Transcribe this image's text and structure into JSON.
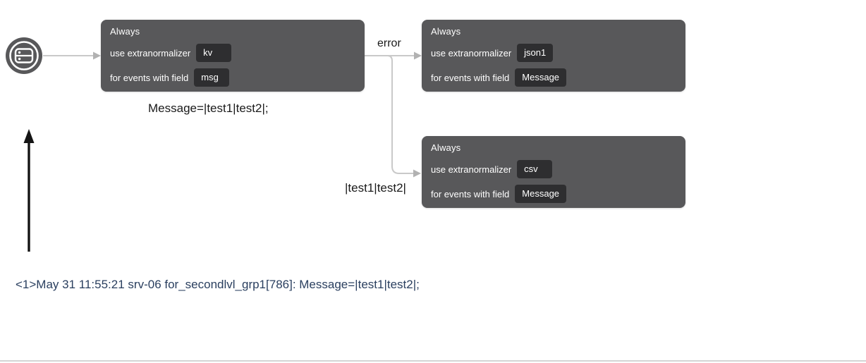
{
  "source": {
    "icon": "server-icon"
  },
  "nodes": [
    {
      "title": "Always",
      "normalizer_label": "use extranormalizer",
      "normalizer_value": "kv",
      "field_label": "for events with field",
      "field_value": "msg"
    },
    {
      "title": "Always",
      "normalizer_label": "use extranormalizer",
      "normalizer_value": "json1",
      "field_label": "for events with field",
      "field_value": "Message"
    },
    {
      "title": "Always",
      "normalizer_label": "use extranormalizer",
      "normalizer_value": "csv",
      "field_label": "for events with field",
      "field_value": "Message"
    }
  ],
  "edges": {
    "error_label": "error"
  },
  "annotations": {
    "first_sample": "Message=|test1|test2|;",
    "branch_sample": "|test1|test2|"
  },
  "log_line": "<1>May 31 11:55:21 srv-06 for_secondlvl_grp1[786]: Message=|test1|test2|;",
  "colors": {
    "node_bg": "#58585a",
    "chip_bg": "#2e2e30",
    "connector": "#c9c9c9",
    "log_text": "#2a3f5f"
  }
}
